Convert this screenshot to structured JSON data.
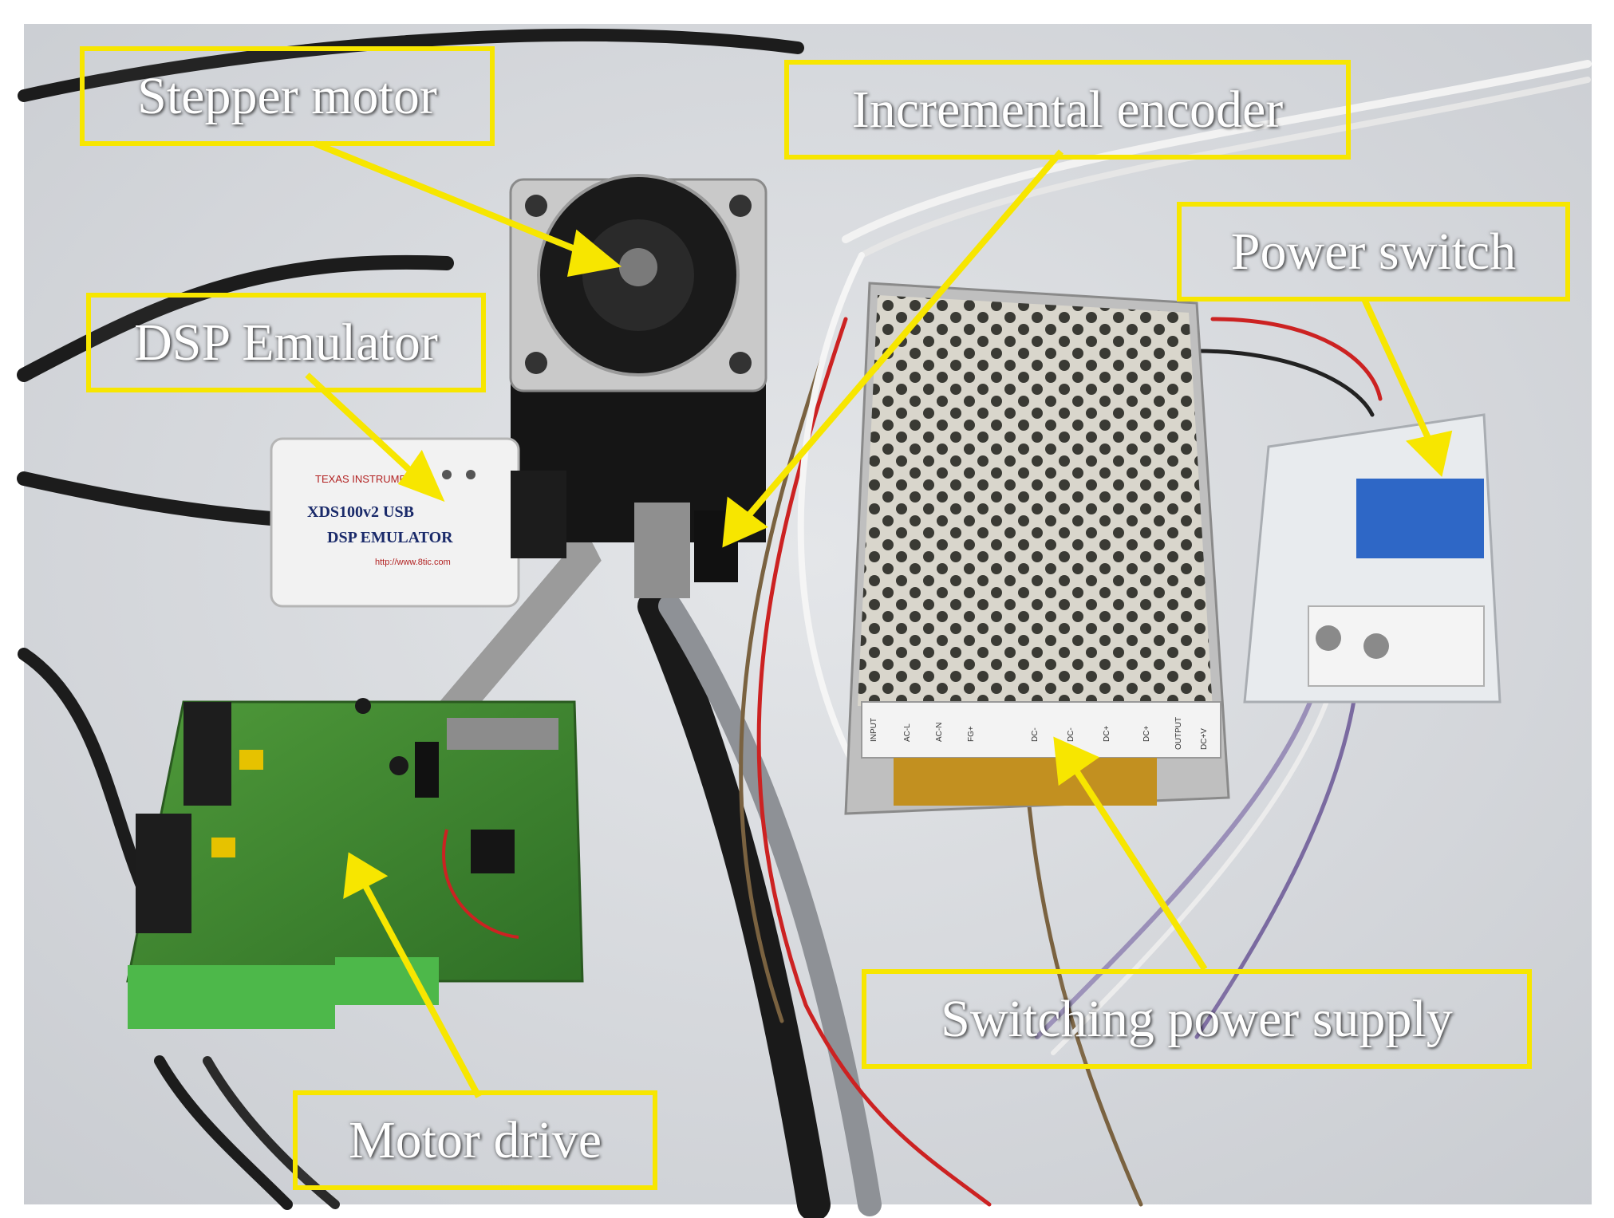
{
  "labels": {
    "stepper_motor": "Stepper motor",
    "incremental_encoder": "Incremental encoder",
    "power_switch": "Power switch",
    "dsp_emulator": "DSP Emulator",
    "switching_power_supply": "Switching power supply",
    "motor_drive": "Motor drive"
  },
  "device_text": {
    "emulator_line1": "XDS100v2 USB",
    "emulator_line2": "DSP EMULATOR",
    "emulator_url": "http://www.8tic.com",
    "ti_logo": "TEXAS INSTRUMENTS",
    "terminal_labels": [
      "INPUT",
      "AC-L",
      "AC-N",
      "FG+",
      "DC-",
      "DC-",
      "DC+",
      "DC+",
      "OUTPUT",
      "DC+V"
    ]
  },
  "colors": {
    "label_border": "#f7e600",
    "arrow": "#f7e600",
    "label_text": "#ffffff"
  }
}
